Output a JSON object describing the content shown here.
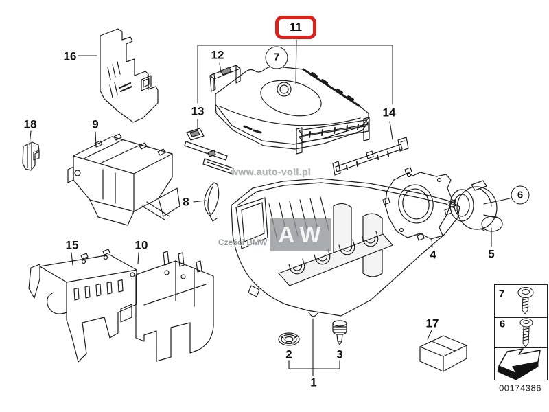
{
  "diagram": {
    "type": "exploded-parts-diagram",
    "doc_number": "00174386",
    "highlight_color": "#d7231e",
    "line_color": "#1c1c1c"
  },
  "watermarks": {
    "site_url": "www.auto-voll.pl",
    "brand_text": "Części BMW",
    "logo_text": "AW"
  },
  "callouts": {
    "c1": "1",
    "c2": "2",
    "c3": "3",
    "c4": "4",
    "c5": "5",
    "c6": "6",
    "c7": "7",
    "c8": "8",
    "c9": "9",
    "c10": "10",
    "c11": "11",
    "c12": "12",
    "c13": "13",
    "c14": "14",
    "c15": "15",
    "c16": "16",
    "c17": "17",
    "c18": "18"
  },
  "legend": {
    "rows": [
      {
        "label": "7",
        "icon": "screw-icon"
      },
      {
        "label": "6",
        "icon": "screw-icon"
      }
    ],
    "footer_icon": "direction-arrow-icon",
    "doc_number": "00174386"
  }
}
